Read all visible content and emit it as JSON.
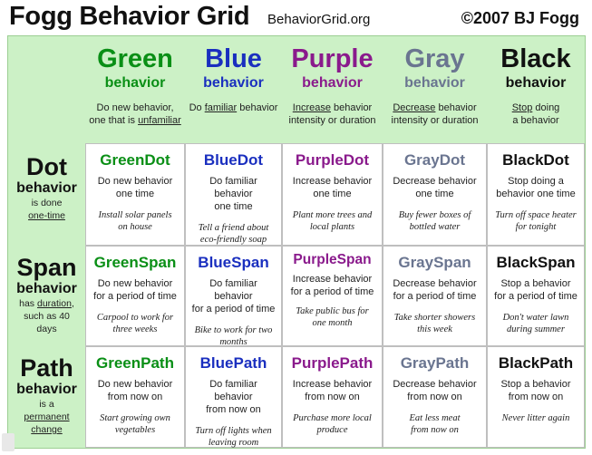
{
  "header": {
    "title": "Fogg Behavior Grid",
    "site": "BehaviorGrid.org",
    "copyright": "©2007 BJ Fogg"
  },
  "colors": {
    "green": "#0a8f16",
    "blue": "#1a2fbf",
    "purple": "#8a1a8c",
    "gray": "#6a7590",
    "black": "#111111",
    "background": "#ccf1c6"
  },
  "columns": [
    {
      "name": "Green",
      "sub": "behavior",
      "desc1": "Do new behavior,",
      "desc2a": "one that is ",
      "desc2b": "unfamiliar",
      "desc2c": ""
    },
    {
      "name": "Blue",
      "sub": "behavior",
      "desc1a": "Do ",
      "desc1b": "familiar",
      "desc1c": " behavior"
    },
    {
      "name": "Purple",
      "sub": "behavior",
      "desc1a": "",
      "desc1b": "Increase",
      "desc1c": " behavior",
      "desc2": "intensity or duration"
    },
    {
      "name": "Gray",
      "sub": "behavior",
      "desc1a": "",
      "desc1b": "Decrease",
      "desc1c": " behavior",
      "desc2": "intensity or duration"
    },
    {
      "name": "Black",
      "sub": "behavior",
      "desc1a": "",
      "desc1b": "Stop",
      "desc1c": " doing",
      "desc2": "a behavior"
    }
  ],
  "rows": [
    {
      "name": "Dot",
      "sub": "behavior",
      "d1": "is done",
      "d2": "one-time"
    },
    {
      "name": "Span",
      "sub": "behavior",
      "d1a": "has ",
      "d1b": "duration",
      "d1c": ",",
      "d2": "such as 40",
      "d3": "days"
    },
    {
      "name": "Path",
      "sub": "behavior",
      "d1": "is a",
      "d2": "permanent",
      "d3": "change"
    }
  ],
  "cells": {
    "dot": [
      {
        "title": "GreenDot",
        "desc1": "Do new behavior",
        "desc2": "one time",
        "ex1": "Install solar panels",
        "ex2": "on house"
      },
      {
        "title": "BlueDot",
        "desc1": "Do familiar behavior",
        "desc2": "one time",
        "ex1": "Tell a friend about",
        "ex2": "eco-friendly soap"
      },
      {
        "title": "PurpleDot",
        "desc1": "Increase behavior",
        "desc2": "one time",
        "ex1": "Plant more trees and",
        "ex2": "local plants"
      },
      {
        "title": "GrayDot",
        "desc1": "Decrease behavior",
        "desc2": "one time",
        "ex1": "Buy fewer boxes of",
        "ex2": "bottled water"
      },
      {
        "title": "BlackDot",
        "desc1": "Stop doing a",
        "desc2": "behavior one time",
        "ex1": "Turn off space heater",
        "ex2": "for tonight"
      }
    ],
    "span": [
      {
        "title": "GreenSpan",
        "desc1": "Do new behavior",
        "desc2": "for a period of time",
        "ex1": "Carpool to work for",
        "ex2": "three weeks"
      },
      {
        "title": "BlueSpan",
        "desc1": "Do familiar behavior",
        "desc2": "for a period of time",
        "ex1": "Bike to work for two",
        "ex2": "months"
      },
      {
        "title": "PurpleSpan",
        "desc1": "Increase behavior",
        "desc2": "for a period of time",
        "ex1": "Take public bus for",
        "ex2": "one month"
      },
      {
        "title": "GraySpan",
        "desc1": "Decrease behavior",
        "desc2": "for a period of time",
        "ex1": "Take shorter showers",
        "ex2": "this week"
      },
      {
        "title": "BlackSpan",
        "desc1": "Stop a behavior",
        "desc2": "for a period of time",
        "ex1": "Don't water lawn",
        "ex2": "during summer"
      }
    ],
    "path": [
      {
        "title": "GreenPath",
        "desc1": "Do new behavior",
        "desc2": "from now on",
        "ex1": "Start growing own",
        "ex2": "vegetables"
      },
      {
        "title": "BluePath",
        "desc1": "Do familiar behavior",
        "desc2": "from now on",
        "ex1": "Turn off lights when",
        "ex2": "leaving room"
      },
      {
        "title": "PurplePath",
        "desc1": "Increase behavior",
        "desc2": "from now on",
        "ex1": "Purchase more local",
        "ex2": "produce"
      },
      {
        "title": "GrayPath",
        "desc1": "Decrease behavior",
        "desc2": "from now on",
        "ex1": "Eat less meat",
        "ex2": "from now on"
      },
      {
        "title": "BlackPath",
        "desc1": "Stop a behavior",
        "desc2": "from now on",
        "ex1": "Never litter again",
        "ex2": ""
      }
    ]
  }
}
